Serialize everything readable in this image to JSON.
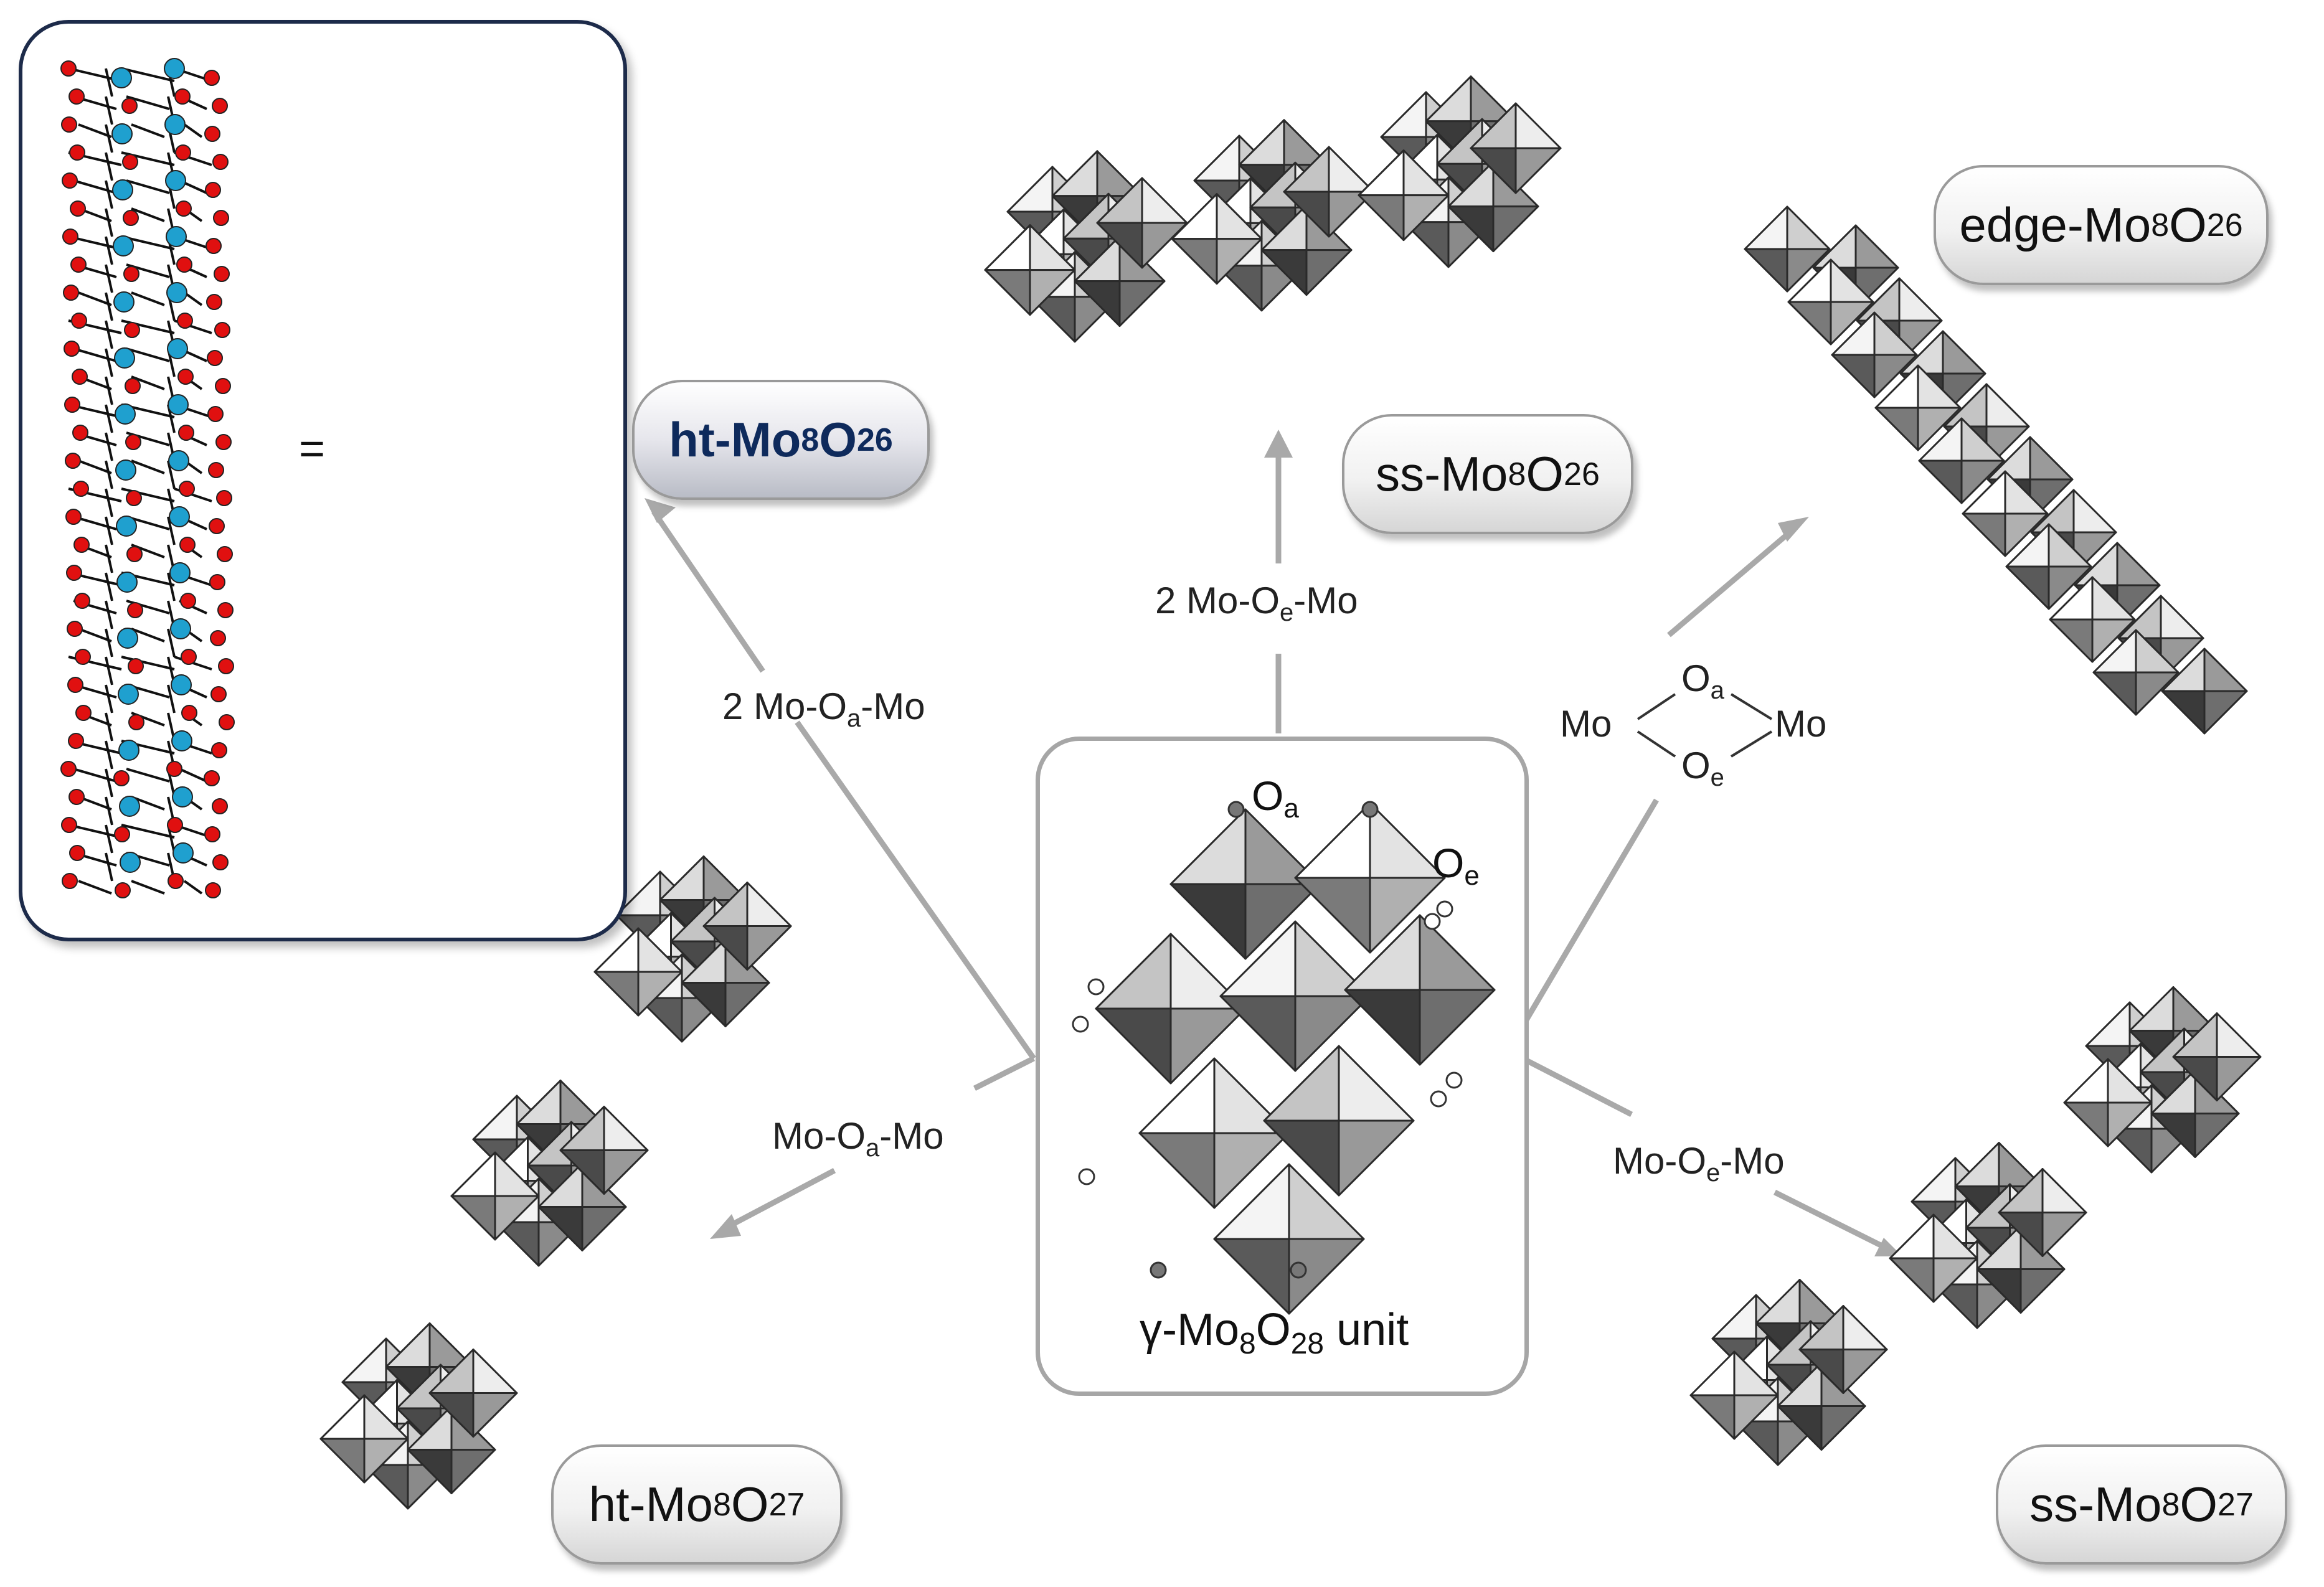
{
  "labels": {
    "ht26": {
      "pre": "ht-Mo",
      "s1": "8",
      "mid": "O",
      "s2": "26"
    },
    "ss26": {
      "pre": "ss-Mo",
      "s1": "8",
      "mid": "O",
      "s2": "26"
    },
    "edge26": {
      "pre": "edge-Mo",
      "s1": "8",
      "mid": "O",
      "s2": "26"
    },
    "ht27": {
      "pre": "ht-Mo",
      "s1": "8",
      "mid": "O",
      "s2": "27"
    },
    "ss27": {
      "pre": "ss-Mo",
      "s1": "8",
      "mid": "O",
      "s2": "27"
    }
  },
  "reactions": {
    "to_ht26": {
      "pre": "2 Mo-O",
      "sub": "a",
      "post": "-Mo"
    },
    "to_ss26": {
      "pre": "2 Mo-O",
      "sub": "e",
      "post": "-Mo"
    },
    "to_ht27": {
      "pre": "Mo-O",
      "sub": "a",
      "post": "-Mo"
    },
    "to_ss27": {
      "pre": "Mo-O",
      "sub": "e",
      "post": "-Mo"
    }
  },
  "edge_scheme": {
    "mo_left": "Mo",
    "mo_right": "Mo",
    "oa": "O",
    "oa_sub": "a",
    "oe": "O",
    "oe_sub": "e"
  },
  "unit": {
    "pre": "γ-Mo",
    "s1": "8",
    "mid": "O",
    "s2": "28",
    "post": " unit"
  },
  "unit_oa": {
    "t": "O",
    "s": "a"
  },
  "unit_oe": {
    "t": "O",
    "s": "e"
  },
  "equals": "=",
  "colors": {
    "arrow": "#a9a9a9",
    "mo_atom": "#1fa0cf",
    "o_atom": "#e01010",
    "pill_ht26_text": "#0e2a5c"
  }
}
